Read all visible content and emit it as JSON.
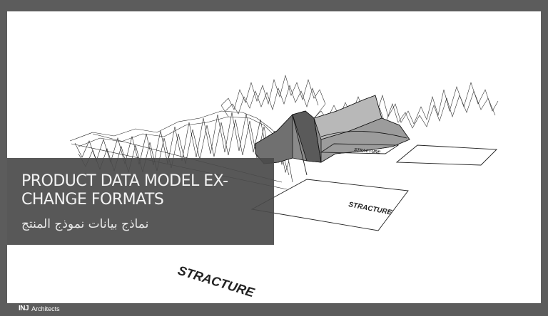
{
  "slide": {
    "title": "PRODUCT DATA MODEL EX-CHANGE FORMATS",
    "title_line1": "PRODUCT DATA MODEL EX-",
    "title_line2": "CHANGE FORMATS",
    "subtitle_arabic": "نماذج بيانات نموذج المنتج"
  },
  "drawing": {
    "label_foreground": "STRACTURE",
    "label_mid": "STRACTURE",
    "label_back": "STRACTURE"
  },
  "footer": {
    "logo": "INJ",
    "brand": "Architects"
  },
  "colors": {
    "frame": "#5c5c5c",
    "panel": "#ffffff",
    "overlay": "#4a4a4a",
    "surface_dark": "#6a6a6a",
    "surface_light": "#a8a8a8"
  }
}
